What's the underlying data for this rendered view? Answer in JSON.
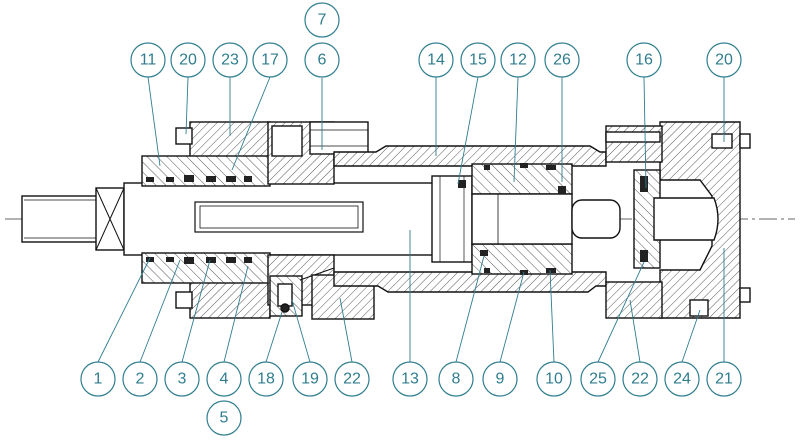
{
  "colors": {
    "line": "#111111",
    "hatch": "#444444",
    "callout": "#2f7d8f",
    "background": "#ffffff"
  },
  "callouts_top": [
    "7",
    "11",
    "20",
    "23",
    "17",
    "6",
    "14",
    "15",
    "12",
    "26",
    "16",
    "20"
  ],
  "callouts_bottom": [
    "1",
    "2",
    "3",
    "4",
    "5",
    "18",
    "19",
    "22",
    "13",
    "8",
    "9",
    "10",
    "25",
    "22",
    "24",
    "21"
  ]
}
